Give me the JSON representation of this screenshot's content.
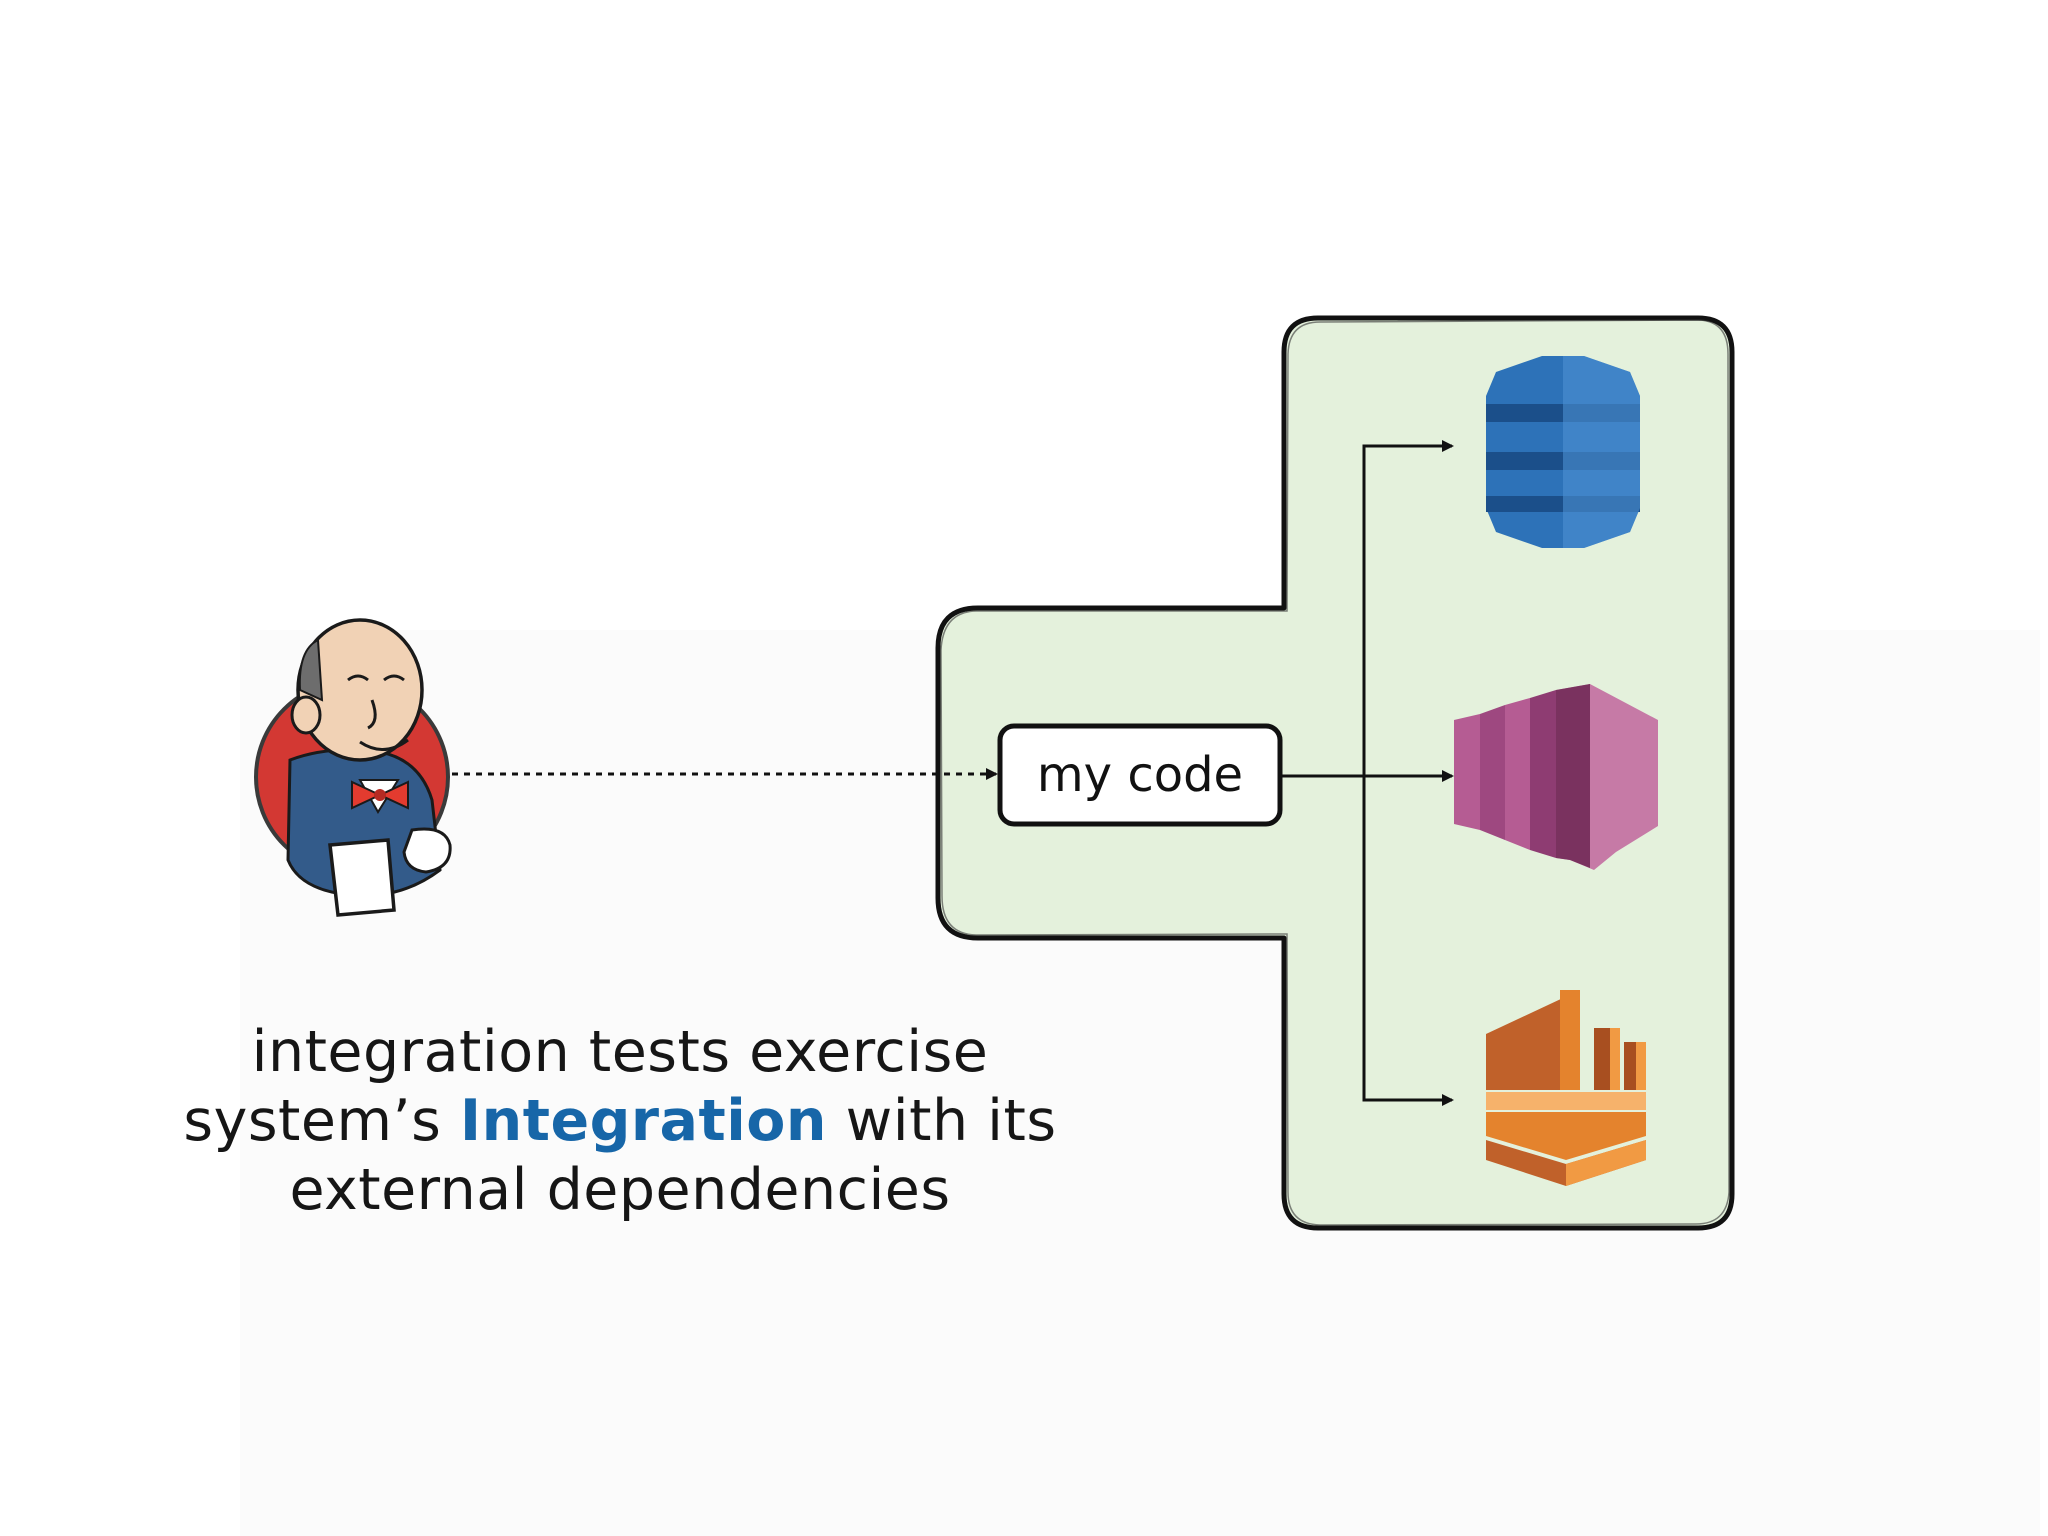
{
  "diagram": {
    "code_box_label": "my code",
    "caption": {
      "before": "integration tests exercise",
      "line2_prefix": "system’s ",
      "highlight": "Integration",
      "line2_suffix": " with its",
      "after": "external dependencies"
    },
    "icons": {
      "ci_server": "jenkins-butler-icon",
      "dependency_1": "dynamodb-icon",
      "dependency_2": "sqs-icon",
      "dependency_3": "kinesis-icon"
    }
  },
  "colors": {
    "container_fill": "#e4f1dc",
    "container_stroke": "#111111",
    "highlight": "#1766a8",
    "dynamodb_blue": "#2d72b8",
    "sqs_pink": "#c67aa6",
    "kinesis_orange": "#e4832d"
  }
}
